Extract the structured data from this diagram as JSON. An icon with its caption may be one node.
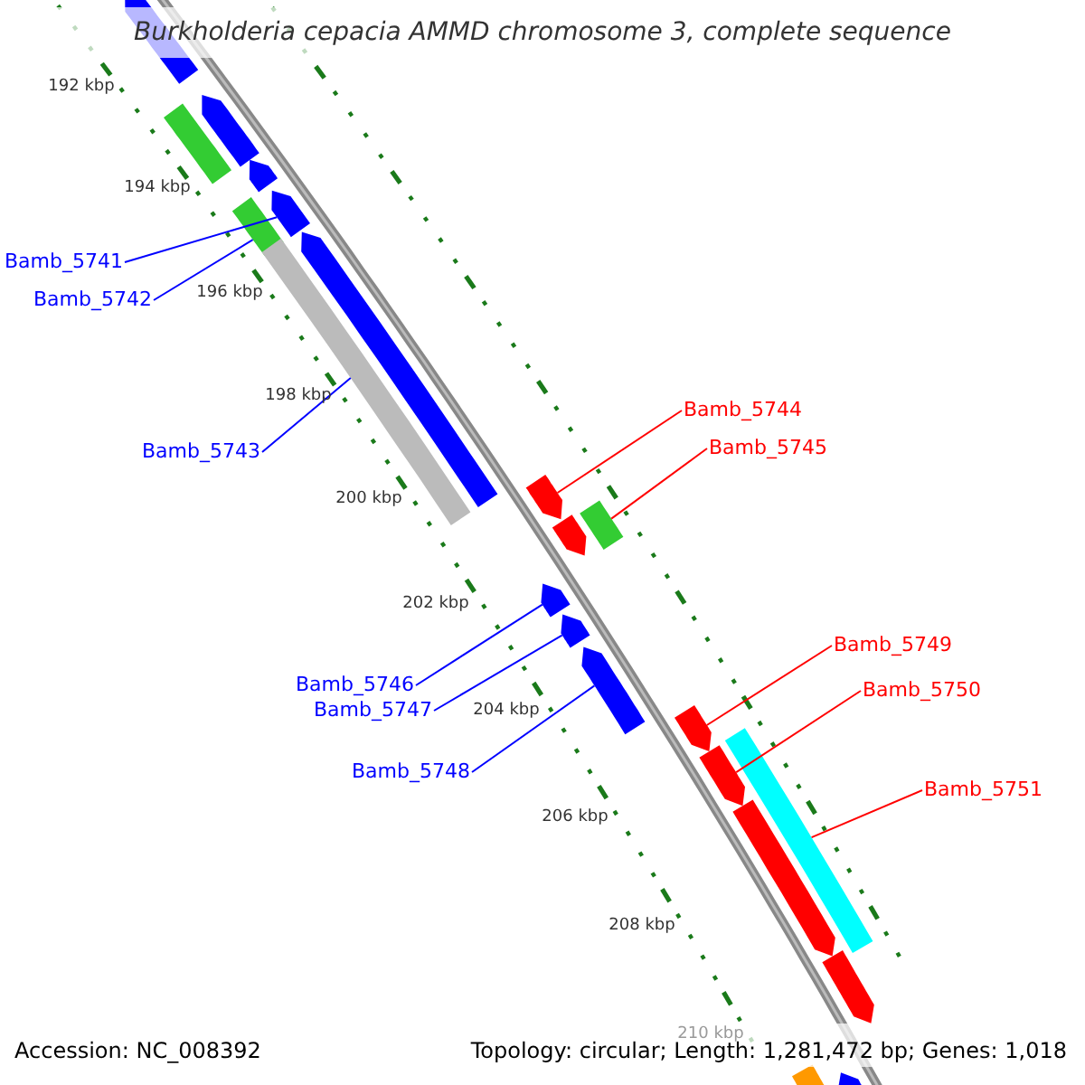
{
  "diagram": {
    "title": "Burkholderia cepacia AMMD chromosome 3, complete sequence",
    "nodes": [
      {
        "text": [
          "Bamb_5741"
        ]
      },
      {
        "text": [
          "Bamb_5742"
        ]
      },
      {
        "text": [
          "Bamb_5743"
        ]
      },
      {
        "text": [
          "Bamb_5744"
        ]
      },
      {
        "text": [
          "Bamb_5745"
        ]
      },
      {
        "text": [
          "Bamb_5746"
        ]
      },
      {
        "text": [
          "Bamb_5747"
        ]
      },
      {
        "text": [
          "Bamb_5748"
        ]
      },
      {
        "text": [
          "Bamb_5749"
        ]
      },
      {
        "text": [
          "Bamb_5750"
        ]
      },
      {
        "text": [
          "Bamb_5751"
        ]
      },
      {
        "text": [],
        "shape": "arrow"
      },
      {
        "text": [],
        "shape": "box"
      },
      {
        "text": [],
        "shape": "box"
      },
      {
        "text": [],
        "shape": "arrow"
      },
      {
        "text": [],
        "shape": "box"
      },
      {
        "text": [],
        "shape": "arrow"
      },
      {
        "text": [],
        "shape": "arrow"
      },
      {
        "text": [],
        "shape": "arrow"
      },
      {
        "text": [],
        "shape": "arrow"
      },
      {
        "text": [],
        "shape": "arrow"
      },
      {
        "text": [],
        "shape": "box"
      },
      {
        "text": [],
        "shape": "arrow"
      },
      {
        "text": [],
        "shape": "arrow"
      },
      {
        "text": [],
        "shape": "arrow"
      },
      {
        "text": [],
        "shape": "arrow"
      },
      {
        "text": [],
        "shape": "box"
      },
      {
        "text": [],
        "shape": "arrow"
      },
      {
        "text": [],
        "shape": "arrow"
      },
      {
        "text": [],
        "shape": "arrow"
      },
      {
        "text": [],
        "shape": "box"
      },
      {
        "text": [],
        "shape": "arrow"
      }
    ],
    "edges": [
      {
        "from": 0,
        "to": 11,
        "arrow": "none"
      },
      {
        "from": 1,
        "to": 12,
        "arrow": "none"
      },
      {
        "from": 2,
        "to": 13,
        "arrow": "none"
      },
      {
        "from": 3,
        "to": 14,
        "arrow": "none",
        "color": "#ff0000"
      },
      {
        "from": 4,
        "to": 15,
        "arrow": "none",
        "color": "#ff0000"
      },
      {
        "from": 5,
        "to": 16,
        "arrow": "none"
      },
      {
        "from": 6,
        "to": 17,
        "arrow": "none"
      },
      {
        "from": 7,
        "to": 18,
        "arrow": "none"
      },
      {
        "from": 8,
        "to": 19,
        "arrow": "none",
        "color": "#ff0000"
      },
      {
        "from": 9,
        "to": 20,
        "arrow": "none",
        "color": "#ff0000"
      },
      {
        "from": 10,
        "to": 21,
        "arrow": "none",
        "color": "#ff0000"
      }
    ],
    "labels": [
      "192 kbp",
      "194 kbp",
      "196 kbp",
      "198 kbp",
      "200 kbp",
      "202 kbp",
      "204 kbp",
      "206 kbp",
      "208 kbp",
      "210 kbp",
      "Accession: NC_008392",
      "Topology: circular; Length: 1,281,472 bp; Genes: 1,018"
    ]
  }
}
